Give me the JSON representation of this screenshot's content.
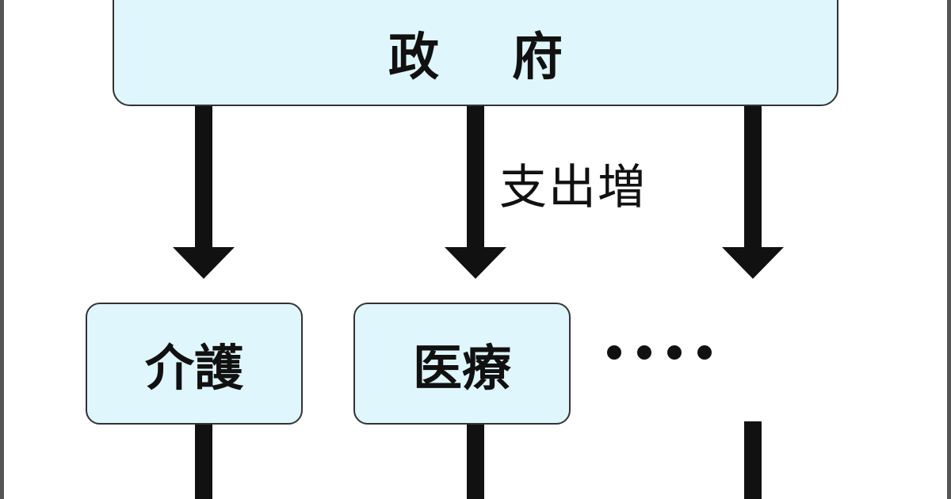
{
  "diagram": {
    "top_box": {
      "label_left": "政",
      "label_right": "府"
    },
    "spending_label": "支出増",
    "targets": [
      {
        "label": "介護"
      },
      {
        "label": "医療"
      }
    ],
    "more_indicator": "・・・・"
  },
  "colors": {
    "box_fill": "#dff6fc",
    "box_border": "#333333",
    "arrow": "#111111"
  }
}
